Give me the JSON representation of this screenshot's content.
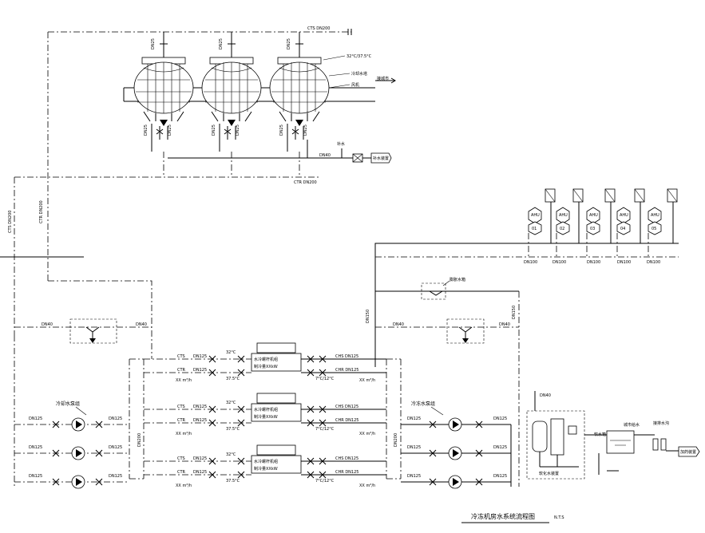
{
  "diagram": {
    "title": "冷冻机房水系统流程图",
    "scale": "N.T.S",
    "top_pipe_label": "CTS DN200",
    "tower_pipe_labels": [
      "DN25",
      "DN25",
      "DN25"
    ],
    "tower_note_1": "32°C/37.5°C",
    "tower_note_2": "冷却水塔",
    "tower_note_3": "风机",
    "tower_supply_label": "接城市",
    "tower_drain_labels": [
      "DN25",
      "DN25",
      "DN25",
      "DN25",
      "DN25",
      "DN25"
    ],
    "makeup_label": "DN40",
    "makeup_tag": "补水",
    "makeup_device": "补水装置",
    "ctr_label": "CTR DN200",
    "left_vert_label_1": "CTS DN200",
    "left_vert_label_2": "CTR DN200",
    "bypass_left_label_a": "DN40",
    "bypass_left_label_b": "DN40",
    "bypass_right_label_a": "DN40",
    "bypass_right_label_b": "DN40",
    "bypass_right_vert": "DN150",
    "expansion_label": "膨胀水箱",
    "cooling_pump_group": "冷却水泵组",
    "chw_pump_group": "冷冻水泵组",
    "chillers": [
      {
        "name": "水冷螺杆机组",
        "sub": "制冷量XXkW",
        "cts": "CTS",
        "ctr": "CTR",
        "cts_size": "DN125",
        "ctr_size": "DN125",
        "temp_a": "32°C",
        "temp_b": "37.5°C",
        "flow": "XX m³/h",
        "chs": "CHS DN125",
        "chr": "CHR DN125",
        "chw_temp": "7°C/12°C",
        "chw_flow": "XX m³/h"
      },
      {
        "name": "水冷螺杆机组",
        "sub": "制冷量XXkW",
        "cts": "CTS",
        "ctr": "CTR",
        "cts_size": "DN125",
        "ctr_size": "DN125",
        "temp_a": "32°C",
        "temp_b": "37.5°C",
        "flow": "XX m³/h",
        "chs": "CHS DN125",
        "chr": "CHR DN125",
        "chw_temp": "7°C/12°C",
        "chw_flow": "XX m³/h"
      },
      {
        "name": "水冷螺杆机组",
        "sub": "制冷量XXkW",
        "cts": "CTS",
        "ctr": "CTR",
        "cts_size": "DN125",
        "ctr_size": "DN125",
        "temp_a": "32°C",
        "temp_b": "37.5°C",
        "flow": "XX m³/h",
        "chs": "CHS DN125",
        "chr": "CHR DN125",
        "chw_temp": "7°C/12°C",
        "chw_flow": "XX m³/h"
      }
    ],
    "left_pump_labels": [
      "DN125",
      "DN125",
      "DN125",
      "DN125",
      "DN125",
      "DN125"
    ],
    "right_pump_labels": [
      "DN125",
      "DN125",
      "DN125",
      "DN125",
      "DN125",
      "DN125"
    ],
    "header_left_label": "DN200",
    "header_right_label": "DN200",
    "chw_main_label": "DN150",
    "ahu_labels": [
      {
        "top": "AHU",
        "bot": "01"
      },
      {
        "top": "AHU",
        "bot": "02"
      },
      {
        "top": "AHU",
        "bot": "03"
      },
      {
        "top": "AHU",
        "bot": "04"
      },
      {
        "top": "AHU",
        "bot": "05"
      }
    ],
    "branch_labels": [
      "DN100",
      "DN100",
      "DN100",
      "DN100",
      "DN100"
    ],
    "softener_label": "软化水装置",
    "softener_pipe": "DN40",
    "tank_label": "软水箱",
    "city_water_label": "城市给水",
    "drain_label": "接排水沟",
    "dosing_label": "加药装置"
  }
}
